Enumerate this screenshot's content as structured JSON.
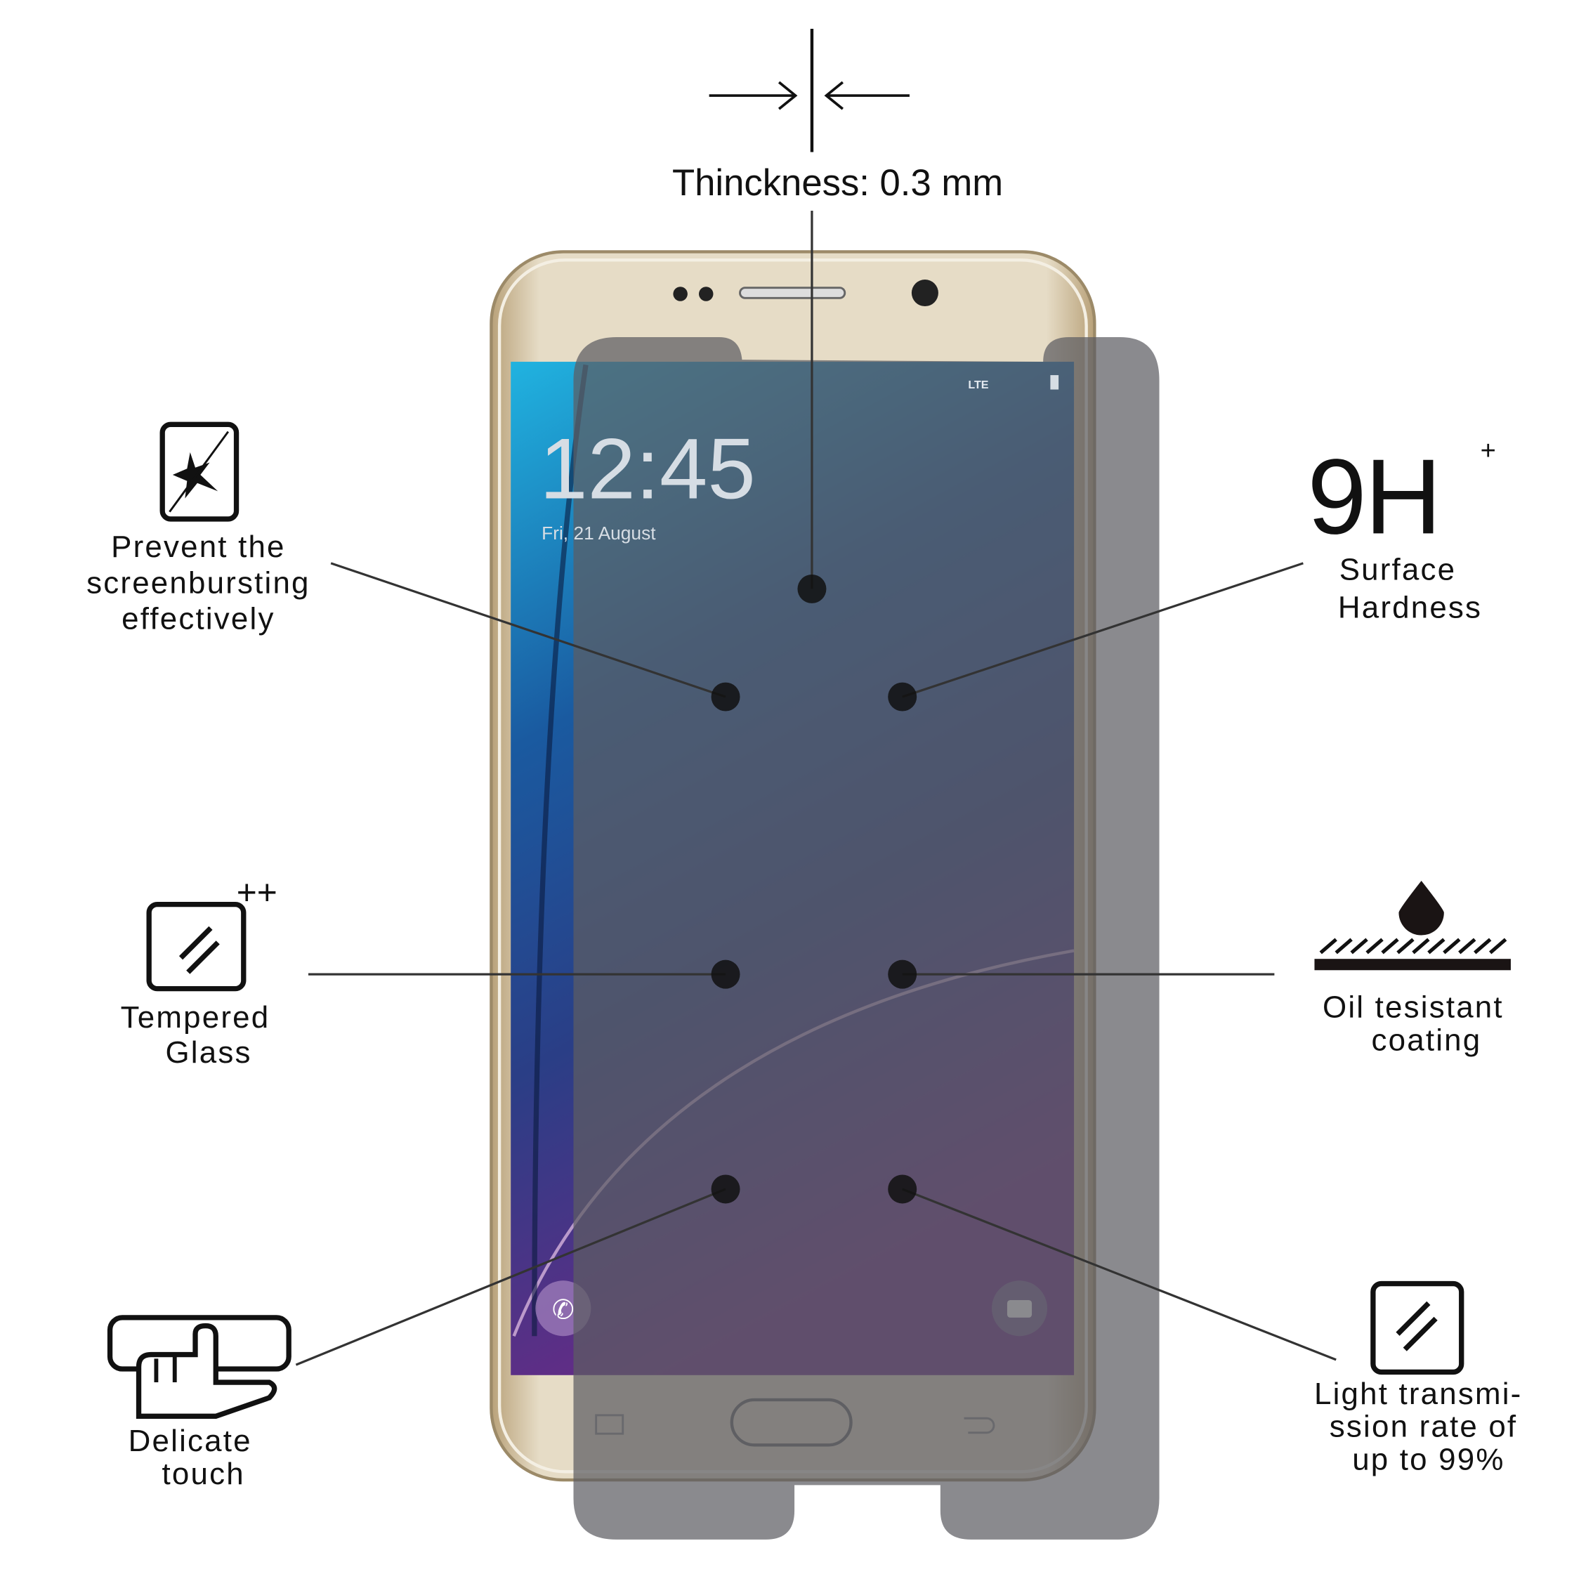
{
  "thickness": {
    "label": "Thinckness: 0.3 mm"
  },
  "phone": {
    "time": "12:45",
    "date": "Fri, 21 August",
    "status": "LTE"
  },
  "features": {
    "screenburst": {
      "lines": [
        "Prevent the",
        "screenbursting",
        "effectively"
      ]
    },
    "hardness": {
      "badge": "9H",
      "plus": "+",
      "lines": [
        "Surface",
        "Hardness"
      ]
    },
    "tempered": {
      "plus": "++",
      "lines": [
        "Tempered",
        "Glass"
      ]
    },
    "oil": {
      "lines": [
        "Oil tesistant",
        "coating"
      ]
    },
    "touch": {
      "lines": [
        "Delicate",
        "touch"
      ]
    },
    "light": {
      "lines": [
        "Light transmi-",
        "ssion rate of",
        "up to 99%"
      ]
    }
  },
  "colors": {
    "protector": "#5d5d62",
    "phone_gold": "#d9cdb4",
    "screen_blue": "#1d6fa8"
  }
}
